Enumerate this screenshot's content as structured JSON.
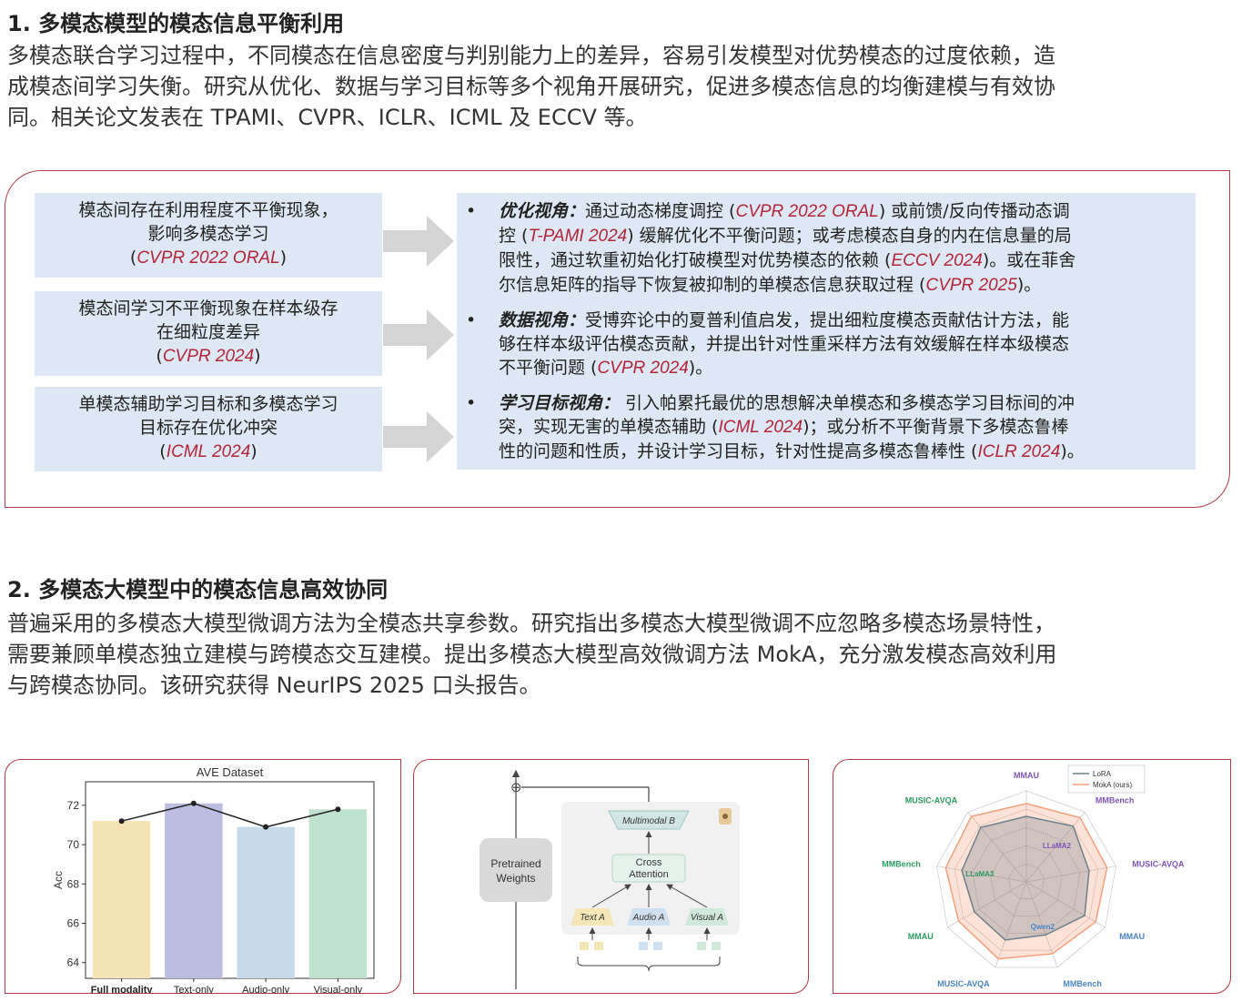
{
  "section1": {
    "title": "1. 多模态模型的模态信息平衡利用",
    "lines": [
      "多模态联合学习过程中，不同模态在信息密度与判别能力上的差异，容易引发模型对优势模态的过度依赖，造",
      "成模态间学习失衡。研究从优化、数据与学习目标等多个视角开展研究，促进多模态信息的均衡建模与有效协",
      "同。相关论文发表在 TPAMI、CVPR、ICLR、ICML 及 ECCV 等。"
    ]
  },
  "problems": [
    {
      "lines": [
        "模态间存在利用程度不平衡现象，",
        "影响多模态学习"
      ],
      "venue": "CVPR 2022 ORAL"
    },
    {
      "lines": [
        "模态间学习不平衡现象在样本级存",
        "在细粒度差异"
      ],
      "venue": "CVPR 2024"
    },
    {
      "lines": [
        "单模态辅助学习目标和多模态学习",
        "目标存在优化冲突"
      ],
      "venue": "ICML 2024"
    }
  ],
  "bullets": [
    {
      "keyword": "优化视角：",
      "l1": "通过动态梯度调控 (",
      "v1": "CVPR 2022 ORAL",
      "l1b": ") 或前馈/反向传播动态调",
      "l2a": "控 (",
      "v2": "T-PAMI 2024",
      "l2b": ") 缓解优化不平衡问题；或考虑模态自身的内在信息量的局",
      "l3a": "限性，通过软重初始化打破模型对优势模态的依赖 (",
      "v3": "ECCV 2024",
      "l3b": ")。或在菲舍",
      "l4a": "尔信息矩阵的指导下恢复被抑制的单模态信息获取过程 (",
      "v4": "CVPR 2025",
      "l4b": ")。"
    },
    {
      "keyword": "数据视角：",
      "l1": "受博弈论中的夏普利值启发，提出细粒度模态贡献估计方法，能",
      "l2": "够在样本级评估模态贡献，并提出针对性重采样方法有效缓解在样本级模态",
      "l3a": "不平衡问题 (",
      "v3": "CVPR 2024",
      "l3b": ")。"
    },
    {
      "keyword": "学习目标视角：",
      "l1": " 引入帕累托最优的思想解决单模态和多模态学习目标间的冲",
      "l2a": "突，实现无害的单模态辅助 (",
      "v2": "ICML 2024",
      "l2b": ")；或分析不平衡背景下多模态鲁棒",
      "l3a": "性的问题和性质，并设计学习目标，针对性提高多模态鲁棒性 (",
      "v3": "ICLR 2024",
      "l3b": ")。"
    }
  ],
  "bullet_symbol": "•",
  "section2": {
    "title": "2.  多模态大模型中的模态信息高效协同",
    "lines": [
      "普遍采用的多模态大模型微调方法为全模态共享参数。研究指出多模态大模型微调不应忽略多模态场景特性，",
      "需要兼顾单模态独立建模与跨模态交互建模。提出多模态大模型高效微调方法 MokA，充分激发模态高效利用",
      "与跨模态协同。该研究获得 NeurIPS 2025 口头报告。"
    ]
  },
  "chart_data": [
    {
      "type": "bar",
      "title": "AVE Dataset",
      "xlabel": "",
      "ylabel": "Acc",
      "categories": [
        "Full modality",
        "Text-only",
        "Audio-only",
        "Visual-only"
      ],
      "values": [
        71.2,
        72.1,
        70.9,
        71.8
      ],
      "line_values": [
        71.2,
        72.1,
        70.9,
        71.8
      ],
      "ylim": [
        63.2,
        73.2
      ],
      "yticks": [
        64,
        66,
        68,
        70,
        72
      ],
      "bar_colors": [
        "#f5e3b3",
        "#bcbde0",
        "#c6daea",
        "#bfe1cf"
      ],
      "bold_category": "Full modality"
    }
  ],
  "diagram": {
    "pretrained": [
      "Pretrained",
      "Weights"
    ],
    "multimodal_b": "Multimodal B",
    "cross_attention": [
      "Cross",
      "Attention"
    ],
    "branches": [
      "Text A",
      "Audio A",
      "Visual A"
    ],
    "plus": "⊕"
  },
  "radar": {
    "legend": [
      "LoRA",
      "MokA (ours)"
    ],
    "axis_labels": [
      {
        "text": "MMAU",
        "color": "#7d55b8"
      },
      {
        "text": "MMBench",
        "color": "#7d55b8"
      },
      {
        "text": "MUSIC-AVQA",
        "color": "#7d55b8"
      },
      {
        "text": "MMAU",
        "color": "#4a84c8"
      },
      {
        "text": "MMBench",
        "color": "#4a84c8"
      },
      {
        "text": "MUSIC-AVQA",
        "color": "#4a84c8"
      },
      {
        "text": "MMAU",
        "color": "#2d9a62"
      },
      {
        "text": "MMBench",
        "color": "#2d9a62"
      },
      {
        "text": "MUSIC-AVQA",
        "color": "#2d9a62"
      }
    ],
    "group_labels": [
      {
        "text": "LLaMA2",
        "color": "#7d55b8"
      },
      {
        "text": "Qwen2",
        "color": "#4a84c8"
      },
      {
        "text": "LLaMA3",
        "color": "#2d9a62"
      }
    ],
    "lora": [
      0.72,
      0.8,
      0.7,
      0.74,
      0.62,
      0.68,
      0.66,
      0.72,
      0.78
    ],
    "moka": [
      0.86,
      0.92,
      0.9,
      0.88,
      0.84,
      0.9,
      0.86,
      0.9,
      0.94
    ],
    "colors": {
      "lora": "#6e7f8a",
      "moka": "#f4a07c"
    }
  }
}
